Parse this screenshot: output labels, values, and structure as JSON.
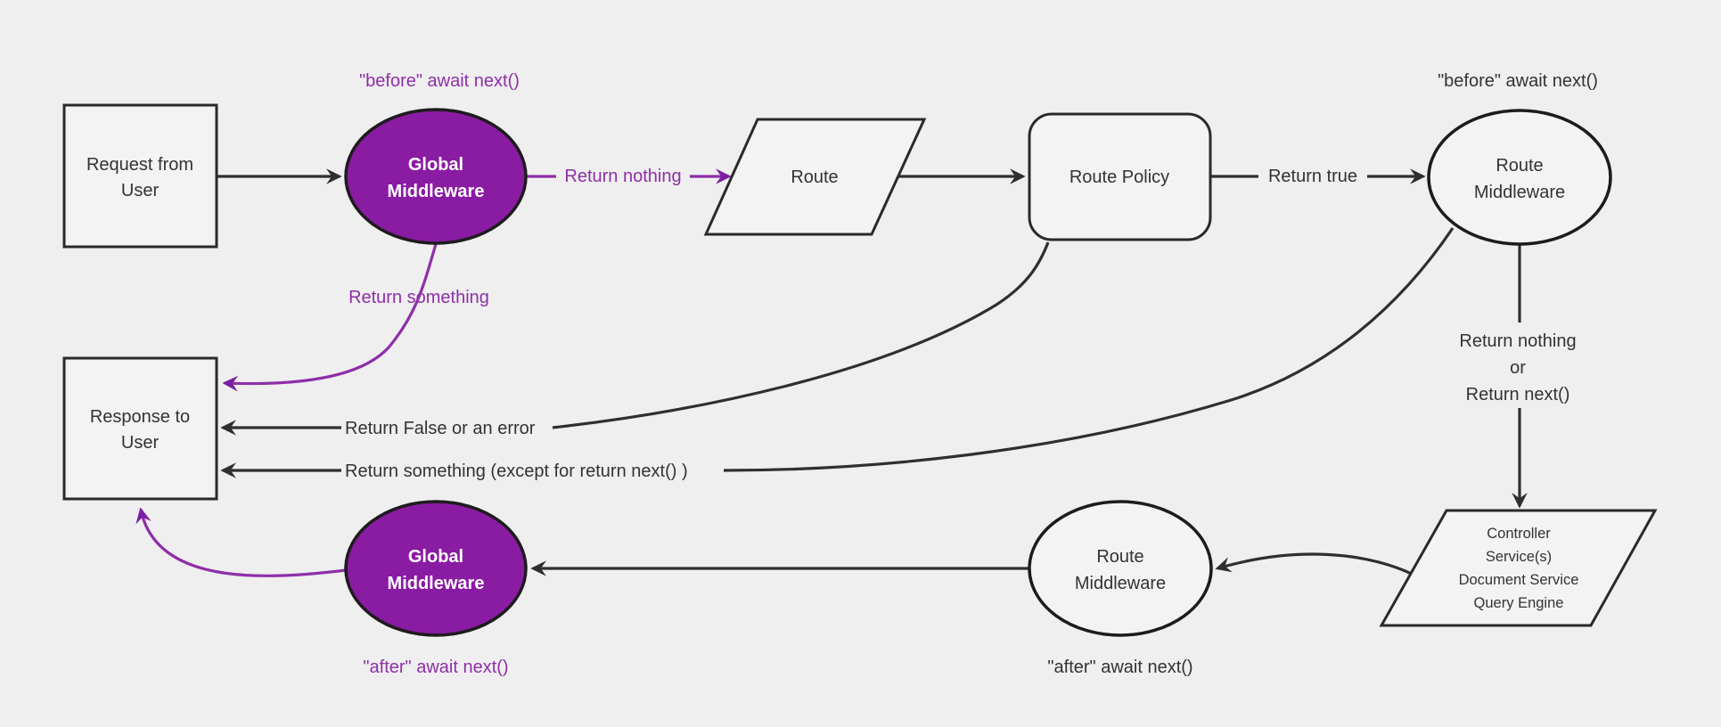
{
  "diagram": {
    "background": "#efefef",
    "colors": {
      "purple_fill": "#8a1ba3",
      "purple_label": "#8e2fa8",
      "purple_arrowhead": "#7b1fa2",
      "edge_black": "#2f2f2f",
      "node_fill": "#f3f3f3",
      "node_stroke": "#2a2a2a",
      "text": "#333333"
    },
    "nodes": {
      "request": {
        "lines": [
          "Request from",
          "User"
        ]
      },
      "global_middleware_top": {
        "lines": [
          "Global",
          "Middleware"
        ]
      },
      "route": {
        "label": "Route"
      },
      "route_policy": {
        "label": "Route Policy"
      },
      "route_middleware_top": {
        "lines": [
          "Route",
          "Middleware"
        ]
      },
      "controller": {
        "lines": [
          "Controller",
          "Service(s)",
          "Document Service",
          "Query Engine"
        ]
      },
      "route_middleware_bottom": {
        "lines": [
          "Route",
          "Middleware"
        ]
      },
      "global_middleware_bottom": {
        "lines": [
          "Global",
          "Middleware"
        ]
      },
      "response": {
        "lines": [
          "Response to",
          "User"
        ]
      }
    },
    "edge_labels": {
      "before_await_top_left": "\"before\" await next()",
      "before_await_top_right": "\"before\" await next()",
      "return_nothing": "Return nothing",
      "return_something": "Return something",
      "return_true": "Return true",
      "return_nothing_or": [
        "Return nothing",
        "or",
        "Return next()"
      ],
      "return_false_or_error": "Return False or an error",
      "return_something_except": "Return something (except for return next() )",
      "after_await_bottom_middle": "\"after\" await next()",
      "after_await_bottom_left": "\"after\" await next()"
    }
  }
}
